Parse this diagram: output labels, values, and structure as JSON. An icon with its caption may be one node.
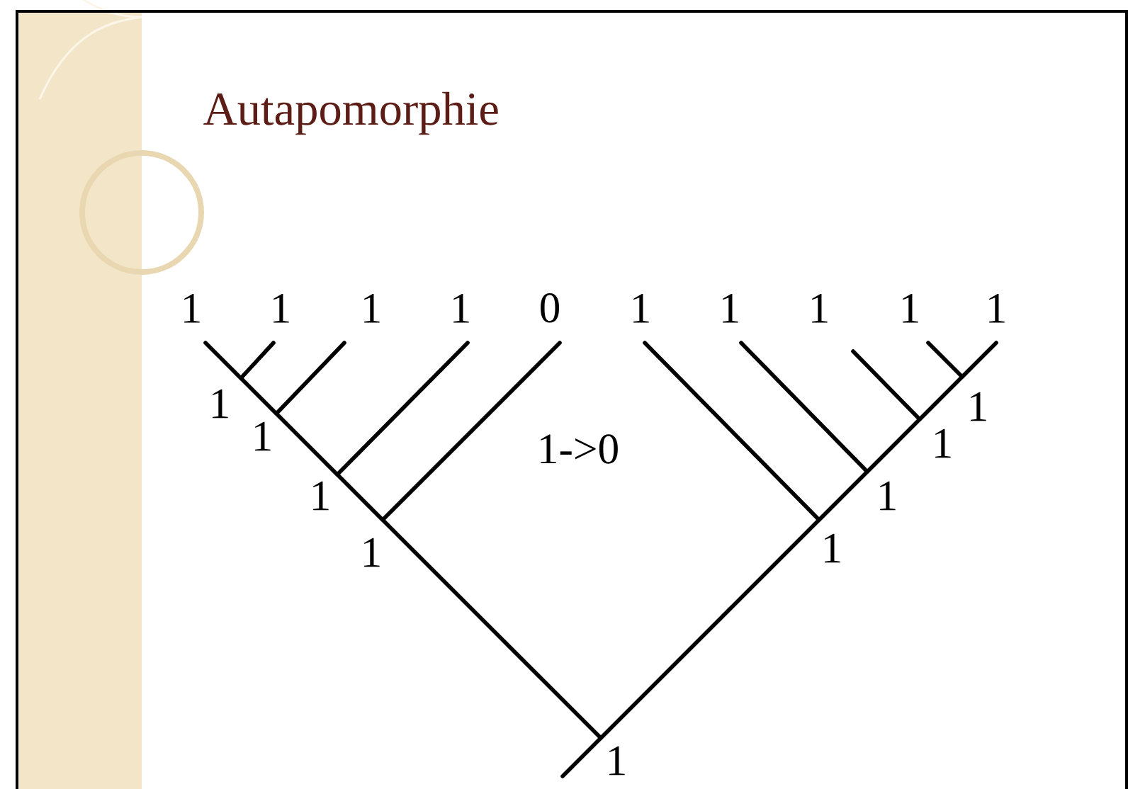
{
  "diagram": {
    "title": "Autapomorphie",
    "nodes": [
      {
        "text": [
          "1"
        ]
      },
      {
        "text": [
          "1"
        ]
      },
      {
        "text": [
          "1"
        ]
      },
      {
        "text": [
          "1"
        ]
      },
      {
        "text": [
          "0"
        ]
      },
      {
        "text": [
          "1"
        ]
      },
      {
        "text": [
          "1"
        ]
      },
      {
        "text": [
          "1"
        ]
      },
      {
        "text": [
          "1"
        ]
      },
      {
        "text": [
          "1"
        ]
      },
      {
        "text": [],
        "shape": "point",
        "beside": [
          "1"
        ]
      },
      {
        "text": [],
        "shape": "point",
        "beside": [
          "1"
        ]
      },
      {
        "text": [],
        "shape": "point",
        "beside": [
          "1"
        ]
      },
      {
        "text": [],
        "shape": "point",
        "beside": [
          "1"
        ]
      },
      {
        "text": [],
        "shape": "point",
        "beside": [
          "1"
        ]
      },
      {
        "text": [],
        "shape": "point",
        "beside": [
          "1"
        ]
      },
      {
        "text": [],
        "shape": "point",
        "beside": [
          "1"
        ]
      },
      {
        "text": [],
        "shape": "point",
        "beside": [
          "1"
        ]
      },
      {
        "text": [],
        "shape": "point",
        "beside": [
          "1"
        ]
      }
    ],
    "edges": [
      {
        "from": 0,
        "to": 10,
        "arrow": "none"
      },
      {
        "from": 1,
        "to": 10,
        "arrow": "none"
      },
      {
        "from": 10,
        "to": 11,
        "arrow": "none"
      },
      {
        "from": 2,
        "to": 11,
        "arrow": "none"
      },
      {
        "from": 11,
        "to": 12,
        "arrow": "none"
      },
      {
        "from": 3,
        "to": 12,
        "arrow": "none"
      },
      {
        "from": 12,
        "to": 13,
        "arrow": "none"
      },
      {
        "from": 4,
        "to": 13,
        "arrow": "none"
      },
      {
        "from": 13,
        "to": 18,
        "arrow": "none"
      },
      {
        "from": 9,
        "to": 14,
        "arrow": "none"
      },
      {
        "from": 8,
        "to": 14,
        "arrow": "none"
      },
      {
        "from": 14,
        "to": 15,
        "arrow": "none"
      },
      {
        "from": 7,
        "to": 15,
        "arrow": "none"
      },
      {
        "from": 15,
        "to": 16,
        "arrow": "none"
      },
      {
        "from": 6,
        "to": 16,
        "arrow": "none"
      },
      {
        "from": 16,
        "to": 17,
        "arrow": "none"
      },
      {
        "from": 5,
        "to": 17,
        "arrow": "none"
      },
      {
        "from": 17,
        "to": 18,
        "arrow": "none"
      },
      {
        "from": 18,
        "to": null,
        "arrow": "none"
      }
    ],
    "labels": [
      "1->0"
    ]
  }
}
